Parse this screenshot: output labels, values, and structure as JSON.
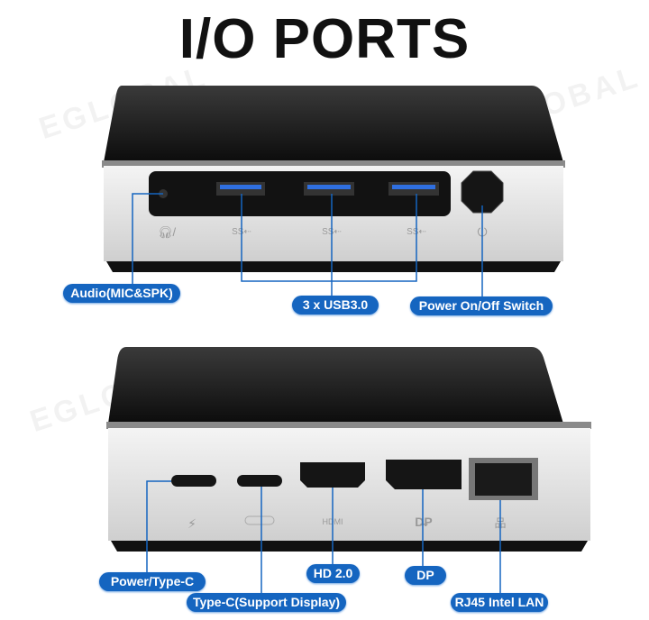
{
  "title": "I/O PORTS",
  "watermark": "EGLOBAL",
  "accent": "#1565c0",
  "front_panel": {
    "labels": {
      "audio": "Audio(MIC&SPK)",
      "usb": "3 x USB3.0",
      "power": "Power On/Off Switch"
    }
  },
  "back_panel": {
    "labels": {
      "power_typec": "Power/Type-C",
      "typec_display": "Type-C(Support Display)",
      "hdmi": "HD 2.0",
      "dp": "DP",
      "lan": "RJ45 Intel LAN"
    }
  }
}
